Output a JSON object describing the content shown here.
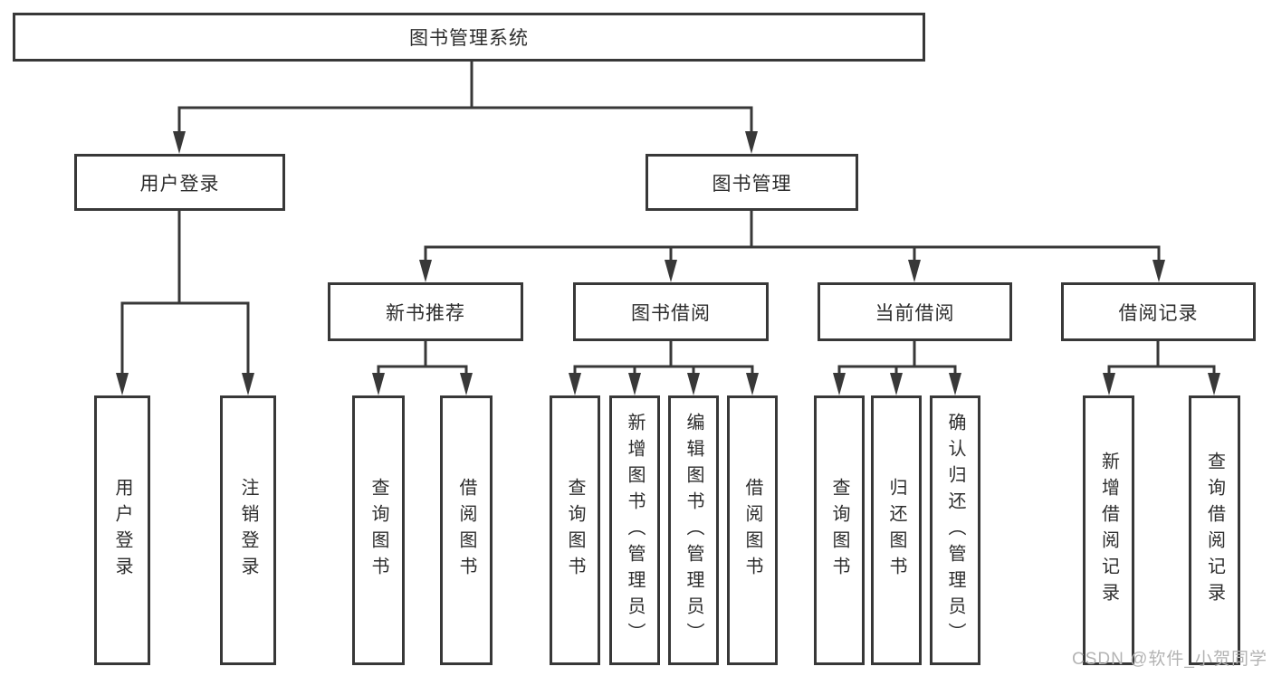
{
  "diagram": {
    "root": {
      "label": "图书管理系统"
    },
    "level2": [
      {
        "label": "用户登录"
      },
      {
        "label": "图书管理"
      }
    ],
    "level3": [
      {
        "label": "新书推荐"
      },
      {
        "label": "图书借阅"
      },
      {
        "label": "当前借阅"
      },
      {
        "label": "借阅记录"
      }
    ],
    "leaves": {
      "login": [
        {
          "label": "用户登录"
        },
        {
          "label": "注销登录"
        }
      ],
      "new_book": [
        {
          "label": "查询图书"
        },
        {
          "label": "借阅图书"
        }
      ],
      "book_borrow": [
        {
          "label": "查询图书"
        },
        {
          "label": "新增图书（管理员）"
        },
        {
          "label": "编辑图书（管理员）"
        },
        {
          "label": "借阅图书"
        }
      ],
      "current_borrow": [
        {
          "label": "查询图书"
        },
        {
          "label": "归还图书"
        },
        {
          "label": "确认归还（管理员）"
        }
      ],
      "borrow_records": [
        {
          "label": "新增借阅记录"
        },
        {
          "label": "查询借阅记录"
        }
      ]
    }
  },
  "watermark": {
    "text": "CSDN @软件_小贺同学"
  },
  "colors": {
    "line": "#383838",
    "text": "#2d2d2d",
    "watermark": "#b3b3b3",
    "background": "#ffffff"
  }
}
